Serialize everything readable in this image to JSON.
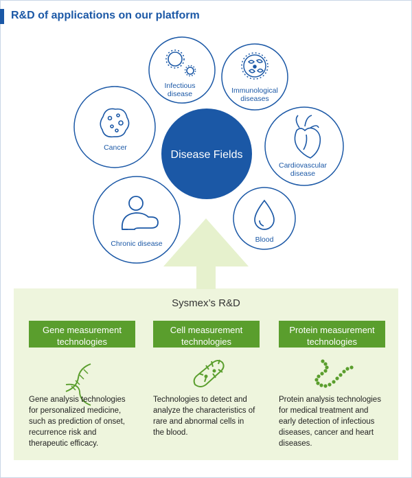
{
  "header": {
    "title": "R&D of applications on our platform"
  },
  "diagram": {
    "center": {
      "label": "Disease Fields"
    },
    "fields": [
      {
        "id": "infectious",
        "line1": "Infectious",
        "line2": "disease",
        "icon": "virus-icon"
      },
      {
        "id": "immunological",
        "line1": "Immunological",
        "line2": "diseases",
        "icon": "immune-cell-icon"
      },
      {
        "id": "cancer",
        "line1": "Cancer",
        "line2": "",
        "icon": "cancer-cell-icon"
      },
      {
        "id": "cardiovascular",
        "line1": "Cardiovascular",
        "line2": "disease",
        "icon": "heart-icon"
      },
      {
        "id": "chronic",
        "line1": "Chronic disease",
        "line2": "",
        "icon": "person-icon"
      },
      {
        "id": "blood",
        "line1": "Blood",
        "line2": "",
        "icon": "blood-drop-icon"
      }
    ]
  },
  "rd": {
    "title": "Sysmex’s R&D",
    "columns": [
      {
        "button_line1": "Gene measurement",
        "button_line2": "technologies",
        "icon": "dna-icon",
        "desc": [
          "Gene analysis technologies",
          "for personalized medicine,",
          "such as prediction of onset,",
          "recurrence risk and",
          "therapeutic efficacy."
        ]
      },
      {
        "button_line1": "Cell measurement",
        "button_line2": "technologies",
        "icon": "cell-icon",
        "desc": [
          "Technologies to detect and",
          "analyze the characteristics of",
          "rare and abnormal cells in",
          "the blood."
        ]
      },
      {
        "button_line1": "Protein measurement",
        "button_line2": "technologies",
        "icon": "protein-chain-icon",
        "desc": [
          "Protein analysis technologies",
          "for medical treatment and",
          "early detection of infectious",
          "diseases, cancer and heart",
          "diseases."
        ]
      }
    ]
  },
  "colors": {
    "blue": "#1b58a6",
    "green": "#5a9e2d",
    "panel": "#eef5dd",
    "arrow": "#e6f1cd"
  }
}
